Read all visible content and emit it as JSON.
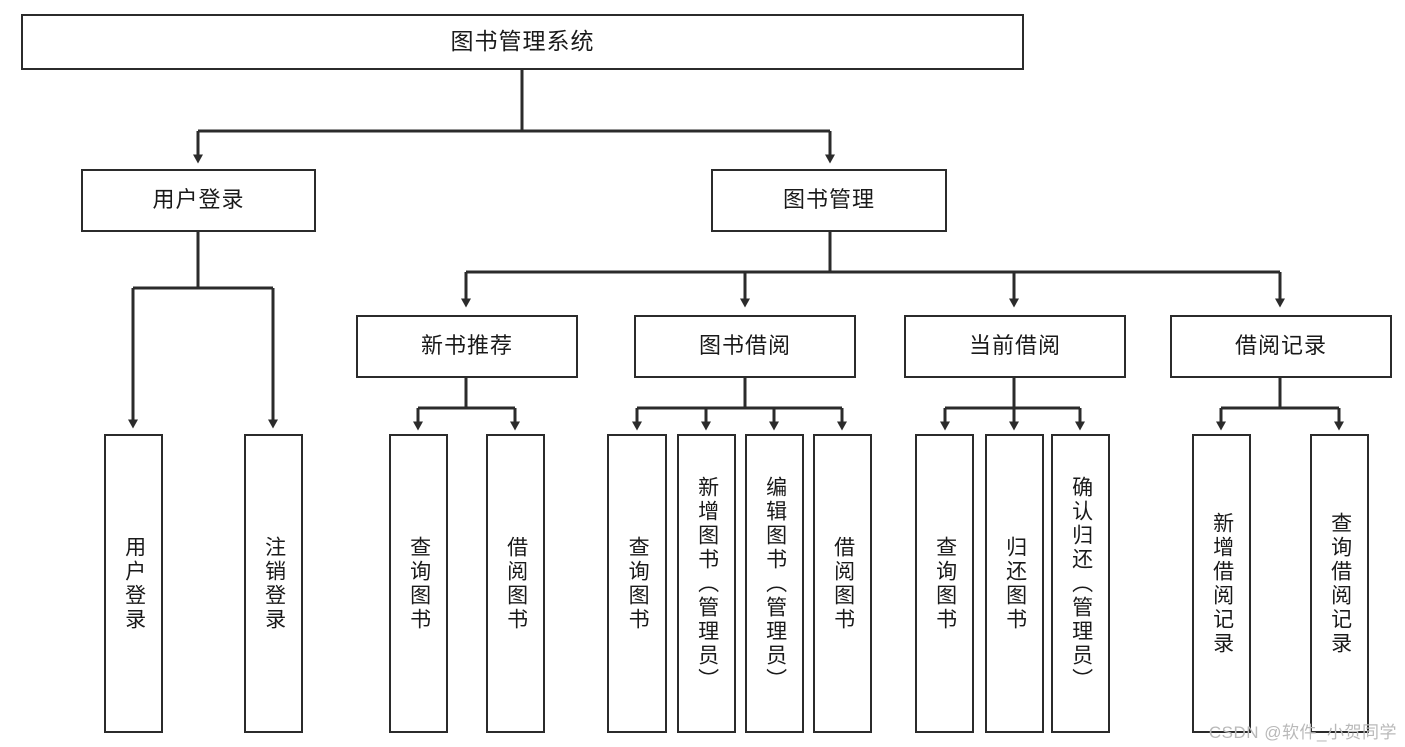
{
  "diagram": {
    "title": "图书管理系统",
    "type": "tree-hierarchy-chart",
    "colors": {
      "box_border": "#2b2b2b",
      "box_fill": "#ffffff",
      "connector": "#2b2b2b",
      "text": "#1a1a1a",
      "watermark": "#b9b9b9"
    },
    "watermark": "CSDN @软件_小贺同学"
  },
  "nodes": {
    "root": {
      "label": "图书管理系统"
    },
    "level2": [
      {
        "label": "用户登录"
      },
      {
        "label": "图书管理"
      }
    ],
    "level3": [
      {
        "label": "新书推荐"
      },
      {
        "label": "图书借阅"
      },
      {
        "label": "当前借阅"
      },
      {
        "label": "借阅记录"
      }
    ],
    "leaves": {
      "user_login": [
        {
          "label": "用户登录"
        },
        {
          "label": "注销登录"
        }
      ],
      "new_book_recommend": [
        {
          "label": "查询图书"
        },
        {
          "label": "借阅图书"
        }
      ],
      "book_borrow": [
        {
          "label": "查询图书"
        },
        {
          "label": "新增图书（管理员）"
        },
        {
          "label": "编辑图书（管理员）"
        },
        {
          "label": "借阅图书"
        }
      ],
      "current_borrow": [
        {
          "label": "查询图书"
        },
        {
          "label": "归还图书"
        },
        {
          "label": "确认归还（管理员）"
        }
      ],
      "borrow_record": [
        {
          "label": "新增借阅记录"
        },
        {
          "label": "查询借阅记录"
        }
      ]
    }
  }
}
